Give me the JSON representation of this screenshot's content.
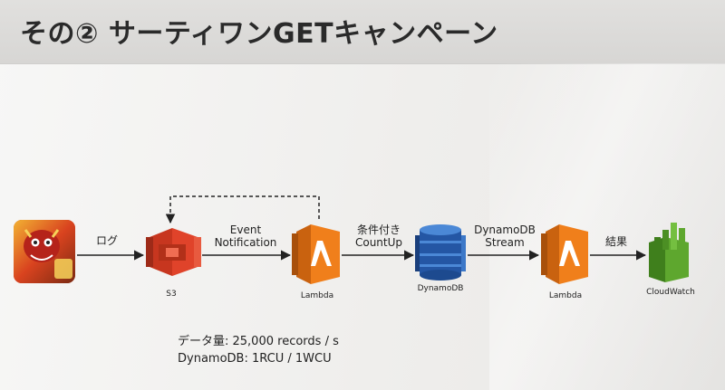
{
  "slide": {
    "title": "その② サーティワンGETキャンペーン"
  },
  "nodes": [
    {
      "id": "app",
      "icon": "game-app-icon",
      "caption": ""
    },
    {
      "id": "s3",
      "icon": "s3-bucket-icon",
      "caption": "S3",
      "color": "#e0432a"
    },
    {
      "id": "lambda1",
      "icon": "lambda-icon",
      "caption": "Lambda",
      "color": "#f07f1b"
    },
    {
      "id": "dynamodb",
      "icon": "dynamodb-icon",
      "caption": "DynamoDB",
      "color": "#2f6fc6"
    },
    {
      "id": "lambda2",
      "icon": "lambda-icon",
      "caption": "Lambda",
      "color": "#f07f1b"
    },
    {
      "id": "cloudwatch",
      "icon": "cloudwatch-icon",
      "caption": "CloudWatch",
      "color": "#5ea72e"
    }
  ],
  "edges": [
    {
      "from": "app",
      "to": "s3",
      "label_lines": [
        "ログ"
      ]
    },
    {
      "from": "s3",
      "to": "lambda1",
      "label_lines": [
        "Event",
        "Notification"
      ]
    },
    {
      "from": "lambda1",
      "to": "s3",
      "style": "dashed",
      "label_lines": []
    },
    {
      "from": "lambda1",
      "to": "dynamodb",
      "label_lines": [
        "条件付き",
        "CountUp"
      ]
    },
    {
      "from": "dynamodb",
      "to": "lambda2",
      "label_lines": [
        "DynamoDB",
        "Stream"
      ]
    },
    {
      "from": "lambda2",
      "to": "cloudwatch",
      "label_lines": [
        "結果"
      ]
    }
  ],
  "stats": {
    "line1": "データ量: 25,000 records / s",
    "line2": "DynamoDB:  1RCU / 1WCU"
  }
}
